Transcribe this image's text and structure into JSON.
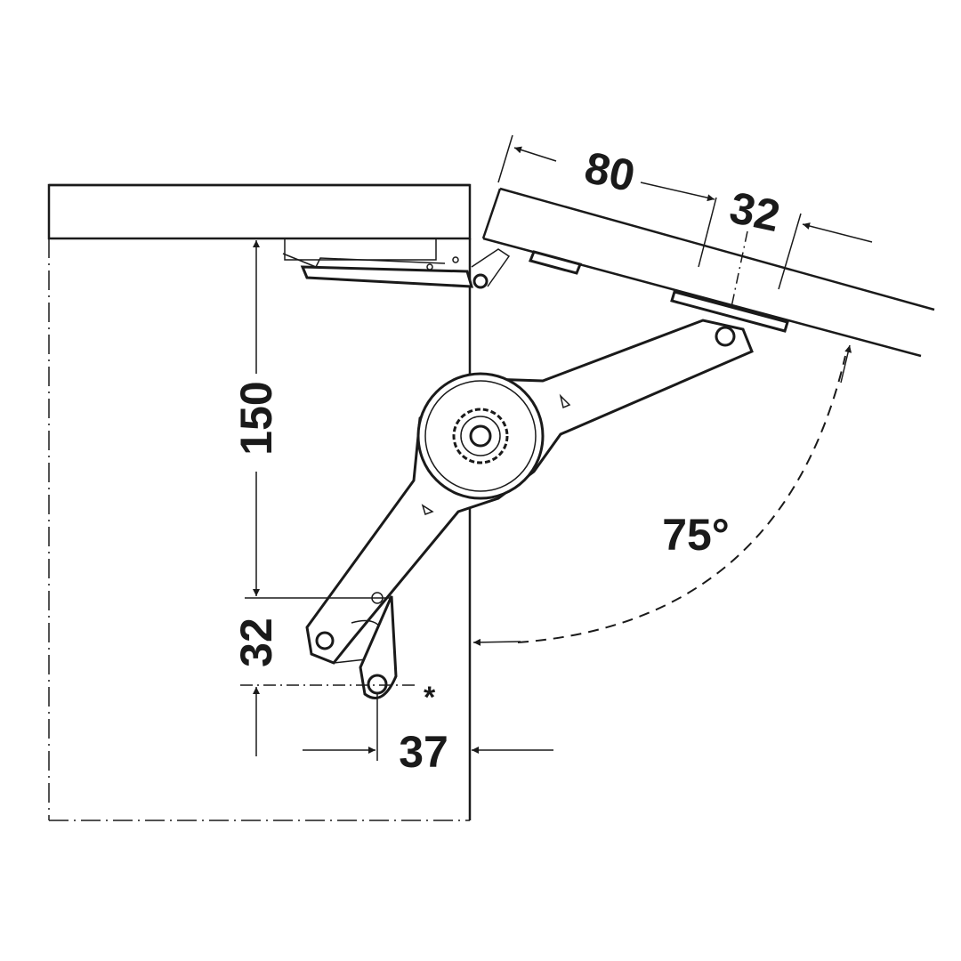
{
  "dimensions": {
    "lid_offset": "80",
    "lid_mount": "32",
    "vertical_height": "150",
    "bottom_vertical": "32",
    "horizontal_offset": "37",
    "opening_angle": "75°",
    "footnote_marker": "*"
  }
}
